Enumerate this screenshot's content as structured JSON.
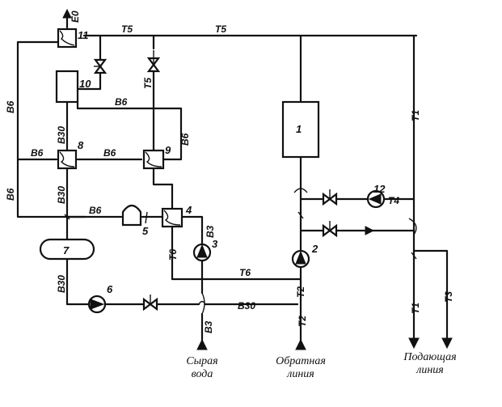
{
  "equipment_numbers": {
    "n1": "1",
    "n2": "2",
    "n3": "3",
    "n4": "4",
    "n5": "5",
    "n6": "6",
    "n7": "7",
    "n8": "8",
    "n9": "9",
    "n10": "10",
    "n11": "11",
    "n12": "12"
  },
  "pipe_labels": {
    "t5_top_left": "Т5",
    "t5_top_mid": "Т5",
    "t5_vertical": "Т5",
    "b6_left_upper": "В6",
    "b6_left_lower": "В6",
    "b6_mid_upper": "В6",
    "b6_hx8_left": "В6",
    "b6_hx8_right": "В6",
    "b6_hx9_right": "В6",
    "b6_lower": "В6",
    "b30_upper": "В30",
    "b30_middle": "В30",
    "b30_lower": "В30",
    "b30_bottom": "В30",
    "b3_pump": "В3",
    "b3_bottom": "В3",
    "t6_vertical": "Т6",
    "t6_horizontal": "Т6",
    "t2_upper": "Т2",
    "t2_lower": "Т2",
    "t1_upper": "Т1",
    "t1_lower": "Т1",
    "t3": "Т3",
    "t4": "Т4",
    "e0_exhaust": "Е0"
  },
  "captions": {
    "raw_water_1": "Сырая",
    "raw_water_2": "вода",
    "return_line_1": "Обратная",
    "return_line_2": "линия",
    "supply_line_1": "Подающая",
    "supply_line_2": "линия"
  }
}
